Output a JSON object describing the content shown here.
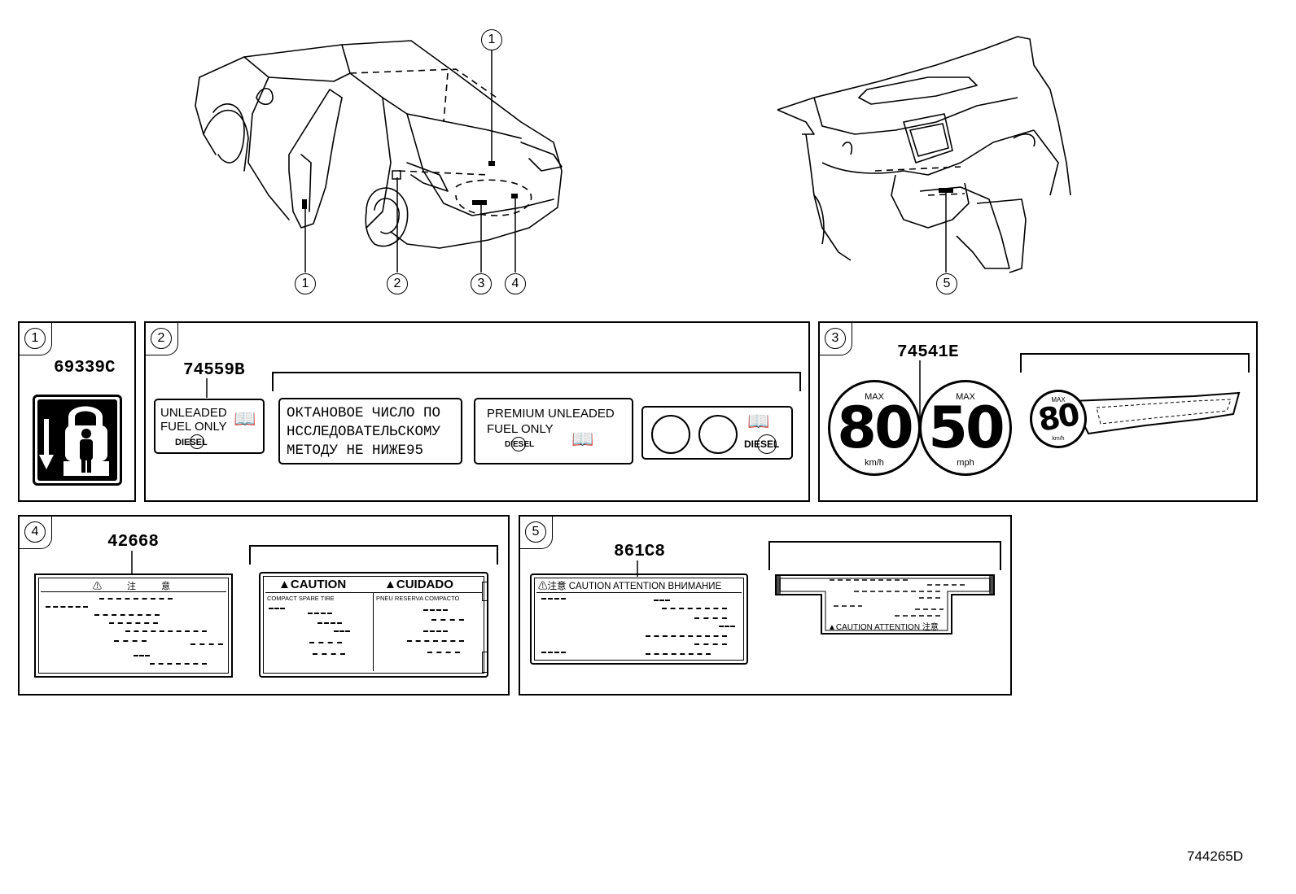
{
  "callouts": {
    "c1": "1",
    "c2": "2",
    "c3": "3",
    "c4": "4",
    "c5": "5"
  },
  "panel1": {
    "num": "1",
    "part": "69339C"
  },
  "panel2": {
    "num": "2",
    "part": "74559B",
    "label_a": {
      "line1": "UNLEADED",
      "line2": "FUEL ONLY",
      "diesel": "DIESEL"
    },
    "label_b": {
      "line1": "ОКТАНОВОЕ ЧИСЛО ПО",
      "line2": "НССЛЕДОВАТЕЛЬСКОМУ",
      "line3": "МЕТОДУ НЕ НИЖЕ",
      "line3b": "95"
    },
    "label_c": {
      "line1": "PREMIUM UNLEADED",
      "line2": "FUEL ONLY",
      "diesel": "DIESEL"
    },
    "label_d": {
      "diesel": "DIESEL"
    }
  },
  "panel3": {
    "num": "3",
    "part": "74541E",
    "sign1": {
      "top": "MAX",
      "value": "80",
      "unit": "km/h"
    },
    "sign2": {
      "top": "MAX",
      "value": "50",
      "unit": "mph"
    },
    "sign3": {
      "top": "MAX",
      "value": "80",
      "unit": "km/h"
    }
  },
  "panel4": {
    "num": "4",
    "part": "42668",
    "jp_header": "⚠ 注 意",
    "caution_en": "CAUTION",
    "caution_es": "CUIDADO",
    "sub_en": "COMPACT SPARE TIRE",
    "sub_es": "PNEU RESERVA COMPACTO"
  },
  "panel5": {
    "num": "5",
    "part": "861C8",
    "header": "注意 CAUTION ATTENTION ВНИМАНИЕ",
    "small_header": "CAUTION ATTENTION",
    "small_jp": "注意"
  },
  "diagram_id": "744265D"
}
